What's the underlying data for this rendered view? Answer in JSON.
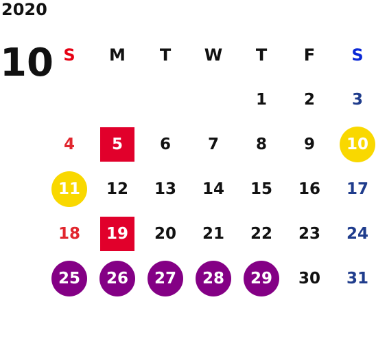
{
  "header": {
    "year": "2020",
    "month": "10"
  },
  "weekdays": [
    "S",
    "M",
    "T",
    "W",
    "T",
    "F",
    "S"
  ],
  "weeks": [
    [
      {
        "day": ""
      },
      {
        "day": ""
      },
      {
        "day": ""
      },
      {
        "day": ""
      },
      {
        "day": "1"
      },
      {
        "day": "2"
      },
      {
        "day": "3"
      }
    ],
    [
      {
        "day": "4"
      },
      {
        "day": "5",
        "mark": "square"
      },
      {
        "day": "6"
      },
      {
        "day": "7"
      },
      {
        "day": "8"
      },
      {
        "day": "9"
      },
      {
        "day": "10",
        "mark": "circle-yellow"
      }
    ],
    [
      {
        "day": "11",
        "mark": "circle-yellow"
      },
      {
        "day": "12"
      },
      {
        "day": "13"
      },
      {
        "day": "14"
      },
      {
        "day": "15"
      },
      {
        "day": "16"
      },
      {
        "day": "17"
      }
    ],
    [
      {
        "day": "18"
      },
      {
        "day": "19",
        "mark": "square"
      },
      {
        "day": "20"
      },
      {
        "day": "21"
      },
      {
        "day": "22"
      },
      {
        "day": "23"
      },
      {
        "day": "24"
      }
    ],
    [
      {
        "day": "25",
        "mark": "circle-purple"
      },
      {
        "day": "26",
        "mark": "circle-purple"
      },
      {
        "day": "27",
        "mark": "circle-purple"
      },
      {
        "day": "28",
        "mark": "circle-purple"
      },
      {
        "day": "29",
        "mark": "circle-purple"
      },
      {
        "day": "30"
      },
      {
        "day": "31"
      }
    ]
  ],
  "colors": {
    "sunday_header": "#e60013",
    "saturday_header": "#0a28d6",
    "sunday_date": "#e1262e",
    "saturday_date": "#1f3c8c",
    "square_mark": "#e1002b",
    "yellow_circle": "#f9d800",
    "purple_circle": "#840085"
  }
}
